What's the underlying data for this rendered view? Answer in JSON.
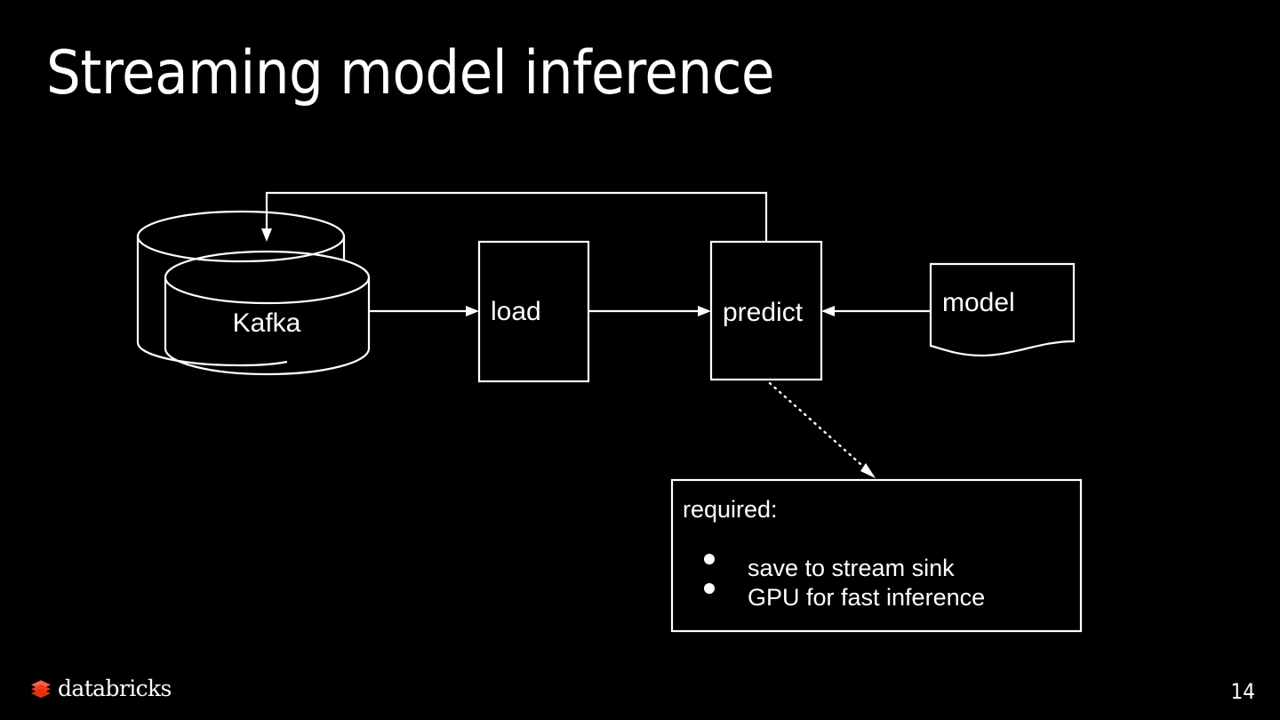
{
  "slide": {
    "title": "Streaming model inference",
    "page_number": "14",
    "background_color": "#000000",
    "stroke_color": "#ffffff",
    "text_color": "#ffffff"
  },
  "diagram": {
    "type": "flowchart",
    "nodes": {
      "source": {
        "label": "Kafka",
        "shape": "database-cylinder-stack"
      },
      "load": {
        "label": "load",
        "shape": "rectangle"
      },
      "predict": {
        "label": "predict",
        "shape": "rectangle"
      },
      "model": {
        "label": "model",
        "shape": "document"
      }
    },
    "edges": [
      {
        "from": "Kafka",
        "to": "load",
        "style": "solid-arrow"
      },
      {
        "from": "load",
        "to": "predict",
        "style": "solid-arrow"
      },
      {
        "from": "model",
        "to": "predict",
        "style": "solid-arrow"
      },
      {
        "from": "predict",
        "to": "Kafka",
        "style": "solid-arrow-feedback-loop"
      },
      {
        "from": "predict",
        "to": "required-callout",
        "style": "dotted-arrow"
      }
    ]
  },
  "callout": {
    "heading": "required:",
    "items": [
      "save to stream sink",
      "GPU for fast inference"
    ],
    "bullet_glyph": "●"
  },
  "footer": {
    "brand": "databricks",
    "logo_colors": {
      "top": "#ff5f46",
      "middle": "#f03a22",
      "bottom": "#c8290f"
    }
  }
}
